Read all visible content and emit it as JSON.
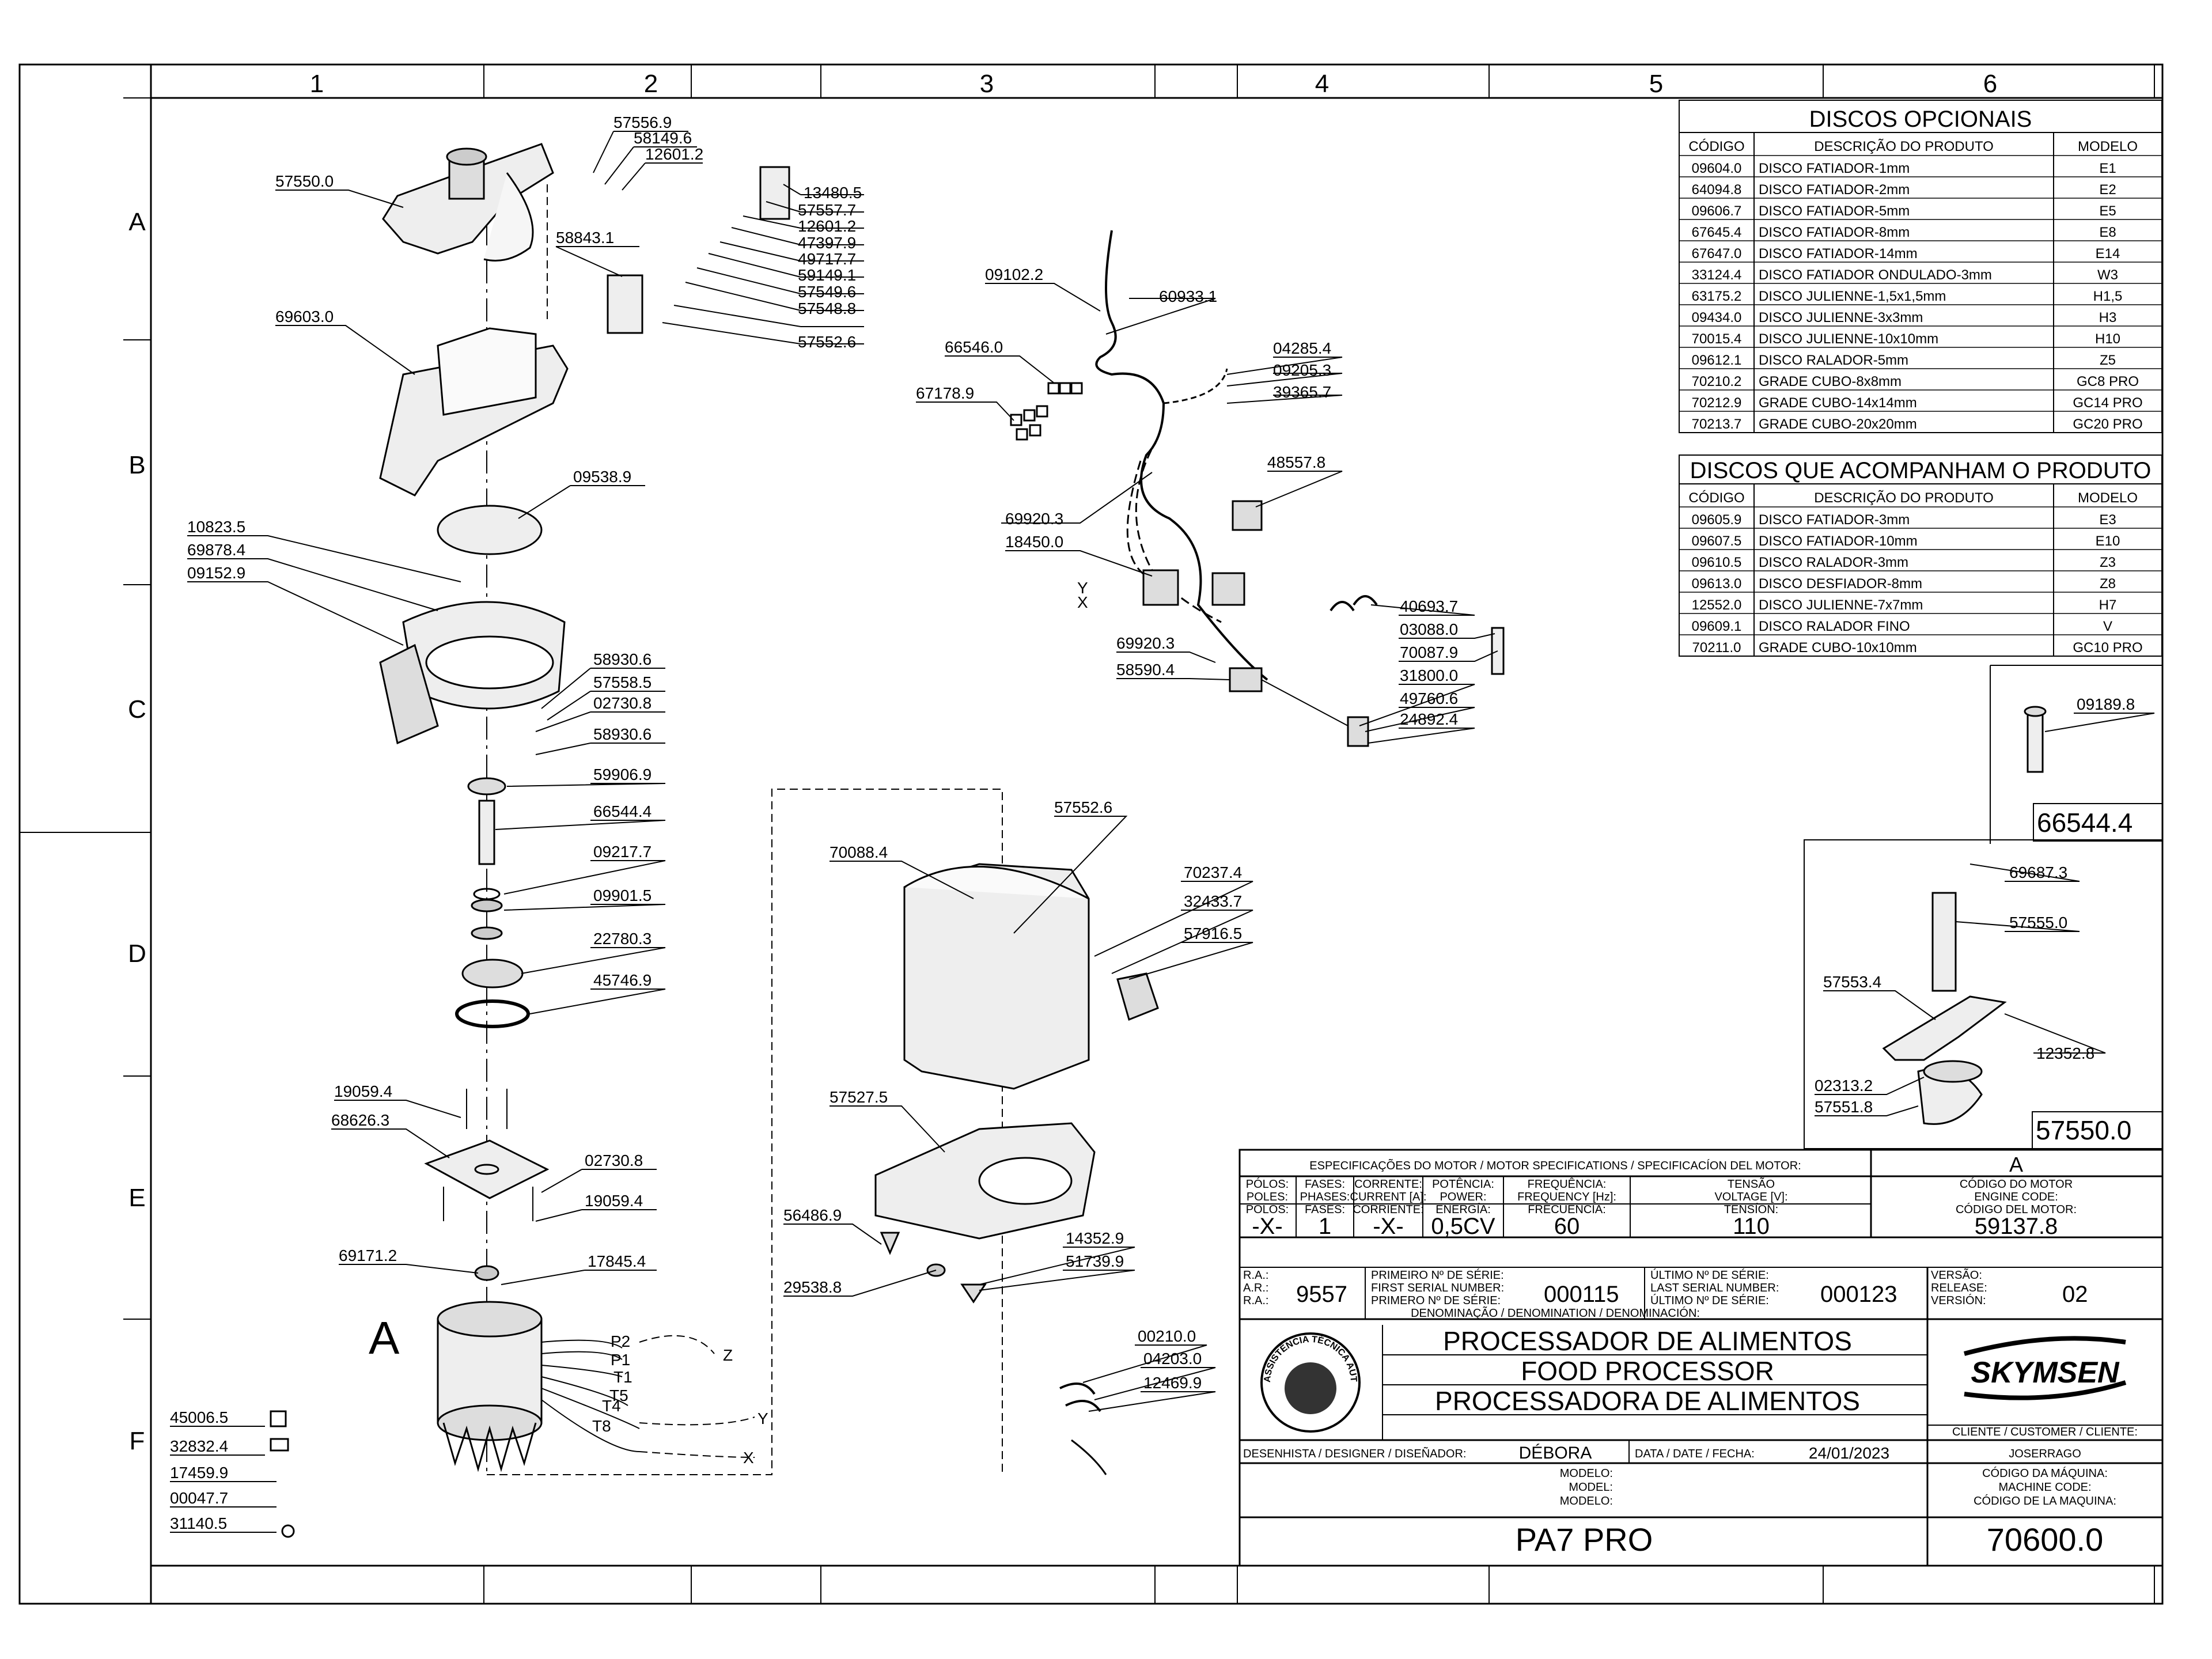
{
  "zones": {
    "columns": [
      "1",
      "2",
      "3",
      "4",
      "5",
      "6"
    ],
    "rows": [
      "A",
      "B",
      "C",
      "D",
      "E",
      "F"
    ]
  },
  "optional_discs": {
    "title": "DISCOS  OPCIONAIS",
    "headers": [
      "CÓDIGO",
      "DESCRIÇÃO  DO  PRODUTO",
      "MODELO"
    ],
    "rows": [
      [
        "09604.0",
        "DISCO  FATIADOR-1mm",
        "E1"
      ],
      [
        "64094.8",
        "DISCO  FATIADOR-2mm",
        "E2"
      ],
      [
        "09606.7",
        "DISCO  FATIADOR-5mm",
        "E5"
      ],
      [
        "67645.4",
        "DISCO  FATIADOR-8mm",
        "E8"
      ],
      [
        "67647.0",
        "DISCO  FATIADOR-14mm",
        "E14"
      ],
      [
        "33124.4",
        "DISCO  FATIADOR  ONDULADO-3mm",
        "W3"
      ],
      [
        "63175.2",
        "DISCO  JULIENNE-1,5x1,5mm",
        "H1,5"
      ],
      [
        "09434.0",
        "DISCO  JULIENNE-3x3mm",
        "H3"
      ],
      [
        "70015.4",
        "DISCO  JULIENNE-10x10mm",
        "H10"
      ],
      [
        "09612.1",
        "DISCO  RALADOR-5mm",
        "Z5"
      ],
      [
        "70210.2",
        "GRADE  CUBO-8x8mm",
        "GC8  PRO"
      ],
      [
        "70212.9",
        "GRADE  CUBO-14x14mm",
        "GC14  PRO"
      ],
      [
        "70213.7",
        "GRADE  CUBO-20x20mm",
        "GC20  PRO"
      ]
    ]
  },
  "included_discs": {
    "title": "DISCOS  QUE  ACOMPANHAM  O  PRODUTO",
    "headers": [
      "CÓDIGO",
      "DESCRIÇÃO  DO  PRODUTO",
      "MODELO"
    ],
    "rows": [
      [
        "09605.9",
        "DISCO  FATIADOR-3mm",
        "E3"
      ],
      [
        "09607.5",
        "DISCO  FATIADOR-10mm",
        "E10"
      ],
      [
        "09610.5",
        "DISCO  RALADOR-3mm",
        "Z3"
      ],
      [
        "09613.0",
        "DISCO  DESFIADOR-8mm",
        "Z8"
      ],
      [
        "12552.0",
        "DISCO  JULIENNE-7x7mm",
        "H7"
      ],
      [
        "09609.1",
        "DISCO  RALADOR  FINO",
        "V"
      ],
      [
        "70211.0",
        "GRADE  CUBO-10x10mm",
        "GC10  PRO"
      ]
    ]
  },
  "detail_66544": {
    "label": "66544.4",
    "part": "09189.8"
  },
  "detail_57550": {
    "label": "57550.0",
    "parts": [
      "69687.3",
      "57555.0",
      "57553.4",
      "12352.8",
      "02313.2",
      "57551.8"
    ]
  },
  "callouts": {
    "c57556_9": "57556.9",
    "c58149_6": "58149.6",
    "c12601_2a": "12601.2",
    "c57550_0": "57550.0",
    "c13480_5": "13480.5",
    "c57557_7": "57557.7",
    "c12601_2b": "12601.2",
    "c47397_9": "47397.9",
    "c49717_7": "49717.7",
    "c59149_1": "59149.1",
    "c57549_6": "57549.6",
    "c57548_8": "57548.8",
    "c57552_6a": "57552.6",
    "c58843_1": "58843.1",
    "c69603_0": "69603.0",
    "c09538_9": "09538.9",
    "c10823_5": "10823.5",
    "c69878_4": "69878.4",
    "c09152_9": "09152.9",
    "c58930_6a": "58930.6",
    "c57558_5": "57558.5",
    "c02730_8a": "02730.8",
    "c58930_6b": "58930.6",
    "c59906_9": "59906.9",
    "c66544_4": "66544.4",
    "c09217_7": "09217.7",
    "c09901_5": "09901.5",
    "c22780_3": "22780.3",
    "c45746_9": "45746.9",
    "c19059_4a": "19059.4",
    "c68626_3": "68626.3",
    "c02730_8b": "02730.8",
    "c19059_4b": "19059.4",
    "c69171_2": "69171.2",
    "c17845_4": "17845.4",
    "c45006_5": "45006.5",
    "c32832_4": "32832.4",
    "c17459_9": "17459.9",
    "c00047_7": "00047.7",
    "c31140_5": "31140.5",
    "c09102_2": "09102.2",
    "c60933_1": "60933.1",
    "c04285_4": "04285.4",
    "c09205_3": "09205.3",
    "c39365_7": "39365.7",
    "c66546_0": "66546.0",
    "c67178_9": "67178.9",
    "c48557_8": "48557.8",
    "c69920_3a": "69920.3",
    "c18450_0": "18450.0",
    "c40693_7": "40693.7",
    "c03088_0": "03088.0",
    "c70087_9": "70087.9",
    "c31800_0": "31800.0",
    "c49760_6": "49760.6",
    "c24892_4": "24892.4",
    "c69920_3b": "69920.3",
    "c58590_4": "58590.4",
    "c70088_4": "70088.4",
    "c57552_6b": "57552.6",
    "c70237_4": "70237.4",
    "c32433_7": "32433.7",
    "c57916_5": "57916.5",
    "c57527_5": "57527.5",
    "c56486_9": "56486.9",
    "c29538_8": "29538.8",
    "c14352_9": "14352.9",
    "c51739_9": "51739.9",
    "c00210_0": "00210.0",
    "c04203_0": "04203.0",
    "c12469_9": "12469.9",
    "motor_A": "A",
    "wire_p2": "P2",
    "wire_p1": "P1",
    "wire_t1": "T1",
    "wire_t5": "T5",
    "wire_t4": "T4",
    "wire_t8": "T8",
    "wire_z": "Z",
    "wire_y": "Y",
    "wire_x": "X",
    "conn_y": "Y",
    "conn_x": "X"
  },
  "title_block": {
    "motor_specs_title": "ESPECIFICAÇÕES DO MOTOR / MOTOR SPECIFICATIONS / SPECIFICACÍON DEL MOTOR:",
    "motor_letter": "A",
    "h_poles": [
      "PÓLOS:",
      "POLES:",
      "POLOS:"
    ],
    "h_phases": [
      "FASES:",
      "PHASES:",
      "FASES:"
    ],
    "h_current": [
      "CORRENTE:",
      "CURRENT [A]:",
      "CORRIENTE:"
    ],
    "h_power": [
      "POTÊNCIA:",
      "POWER:",
      "ENERGÍA:"
    ],
    "h_freq": [
      "FREQUÊNCIA:",
      "FREQUENCY [Hz]:",
      "FRECUENCIA:"
    ],
    "h_voltage": [
      "TENSÃO",
      "VOLTAGE [V]:",
      "TENSÍON:"
    ],
    "h_engine": [
      "CÓDIGO DO MOTOR",
      "ENGINE CODE:",
      "CÓDIGO DEL MOTOR:"
    ],
    "v_poles": "-X-",
    "v_phases": "1",
    "v_current": "-X-",
    "v_power": "0,5CV",
    "v_freq": "60",
    "v_voltage": "110",
    "v_engine": "59137.8",
    "h_ra": [
      "R.A.:",
      "A.R.:",
      "R.A.:"
    ],
    "v_ra": "9557",
    "h_first": [
      "PRIMEIRO Nº DE SÉRIE:",
      "FIRST SERIAL NUMBER:",
      "PRIMERO Nº DE SÉRIE:"
    ],
    "v_first": "000115",
    "h_last": [
      "ÚLTIMO Nº DE SÉRIE:",
      "LAST SERIAL NUMBER:",
      "ÚLTIMO Nº DE SÉRIE:"
    ],
    "v_last": "000123",
    "h_version": [
      "VERSÃO:",
      "RELEASE:",
      "VERSIÓN:"
    ],
    "v_version": "02",
    "denomination_h": "DENOMINAÇÃO / DENOMINATION / DENOMINACIÓN:",
    "name_pt": "PROCESSADOR DE ALIMENTOS",
    "name_en": "FOOD PROCESSOR",
    "name_es": "PROCESSADORA DE ALIMENTOS",
    "seal_text": "ASSISTÊNCIA TÉCNICA AUTORIZADA",
    "brand": "SKYMSEN",
    "h_designer": "DESENHISTA / DESIGNER / DISEÑADOR:",
    "v_designer": "DÉBORA",
    "h_date": "DATA / DATE / FECHA:",
    "v_date": "24/01/2023",
    "h_client": "CLIENTE / CUSTOMER / CLIENTE:",
    "v_client": "JOSERRAGO",
    "h_model": [
      "MODELO:",
      "MODEL:",
      "MODELO:"
    ],
    "v_model": "PA7 PRO",
    "h_machine": [
      "CÓDIGO DA MÁQUINA:",
      "MACHINE CODE:",
      "CÓDIGO DE LA MAQUINA:"
    ],
    "v_machine": "70600.0"
  }
}
